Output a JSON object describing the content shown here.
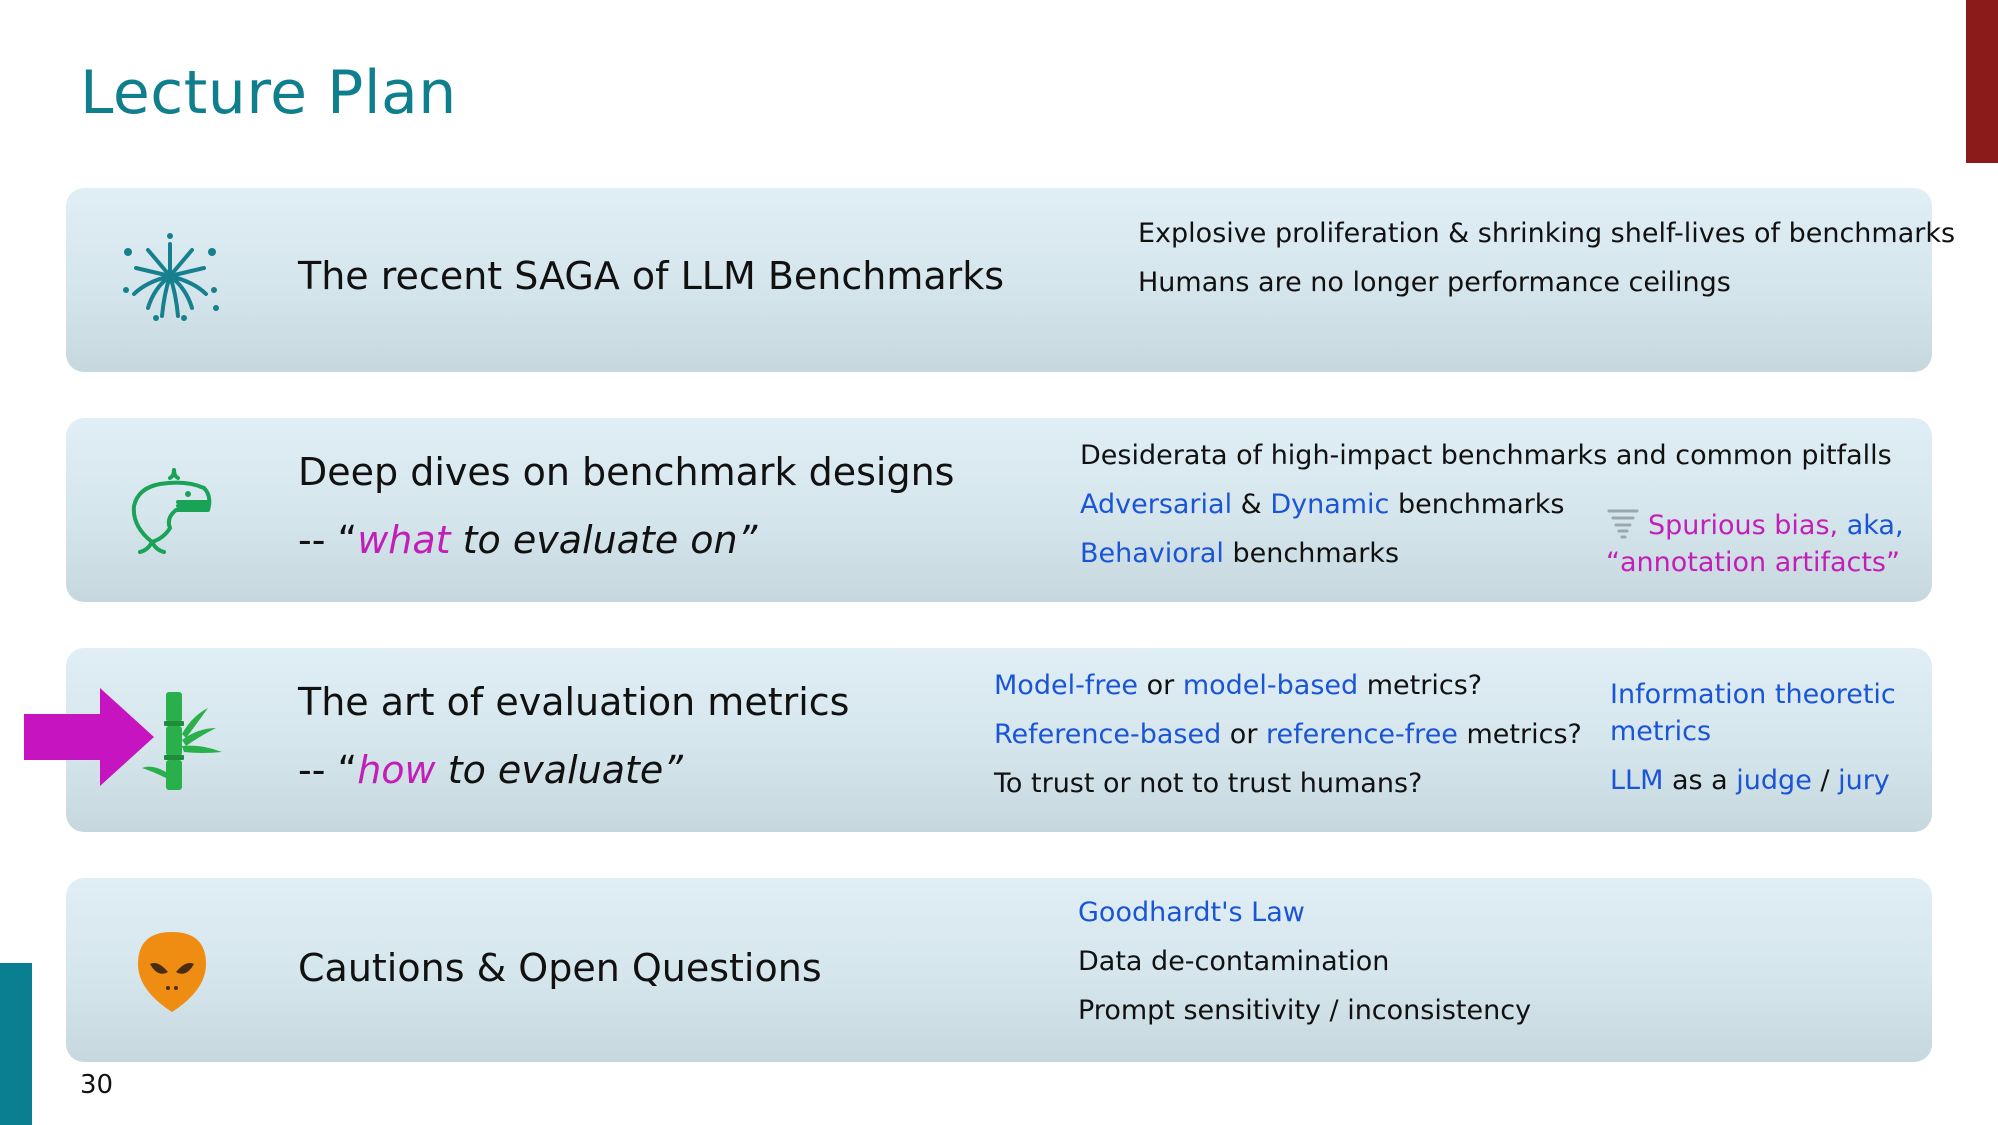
{
  "title": "Lecture Plan",
  "page_number": "30",
  "colors": {
    "title": "#0f7f8e",
    "accent_top": "#8b1a1a",
    "accent_bottom": "#0b7f92",
    "link_blue": "#1a55d6",
    "emphasis_magenta": "#c21fb8",
    "arrow": "#c614c0"
  },
  "sections": [
    {
      "icon": "fireworks-icon",
      "heading": "The recent SAGA of LLM Benchmarks",
      "items": [
        "Explosive proliferation & shrinking shelf-lives of benchmarks",
        "Humans are no longer performance ceilings"
      ]
    },
    {
      "icon": "whale-icon",
      "heading": "Deep dives on benchmark designs",
      "sub_prefix": "-- “",
      "sub_em": "what",
      "sub_rest": " to evaluate on”",
      "items": [
        {
          "parts": [
            "Desiderata of high-impact benchmarks and common pitfalls"
          ]
        },
        {
          "parts": [
            "Adversarial",
            " & ",
            "Dynamic",
            " benchmarks"
          ]
        },
        {
          "parts": [
            "Behavioral",
            " benchmarks"
          ]
        }
      ],
      "side_icon": "tornado-icon",
      "side_parts": [
        "Spurious bias",
        ", ",
        "aka,",
        "“annotation artifacts”"
      ]
    },
    {
      "icon": "bamboo-icon",
      "heading": "The art of evaluation metrics",
      "sub_prefix": "-- “",
      "sub_em": "how",
      "sub_rest": " to evaluate”",
      "items": [
        {
          "parts": [
            "Model-free",
            " or ",
            "model-based",
            " metrics?"
          ]
        },
        {
          "parts": [
            "Reference-based",
            " or ",
            "reference-free",
            " metrics?"
          ]
        },
        {
          "parts": [
            "To trust or not to trust humans?"
          ]
        }
      ],
      "side_lines": [
        "Information theoretic",
        "metrics"
      ],
      "side_parts": [
        "LLM",
        " as a ",
        "judge",
        " / ",
        "jury"
      ]
    },
    {
      "icon": "alien-icon",
      "heading": "Cautions & Open Questions",
      "items": [
        "Goodhardt's Law",
        "Data de-contamination",
        "Prompt sensitivity / inconsistency"
      ]
    }
  ]
}
